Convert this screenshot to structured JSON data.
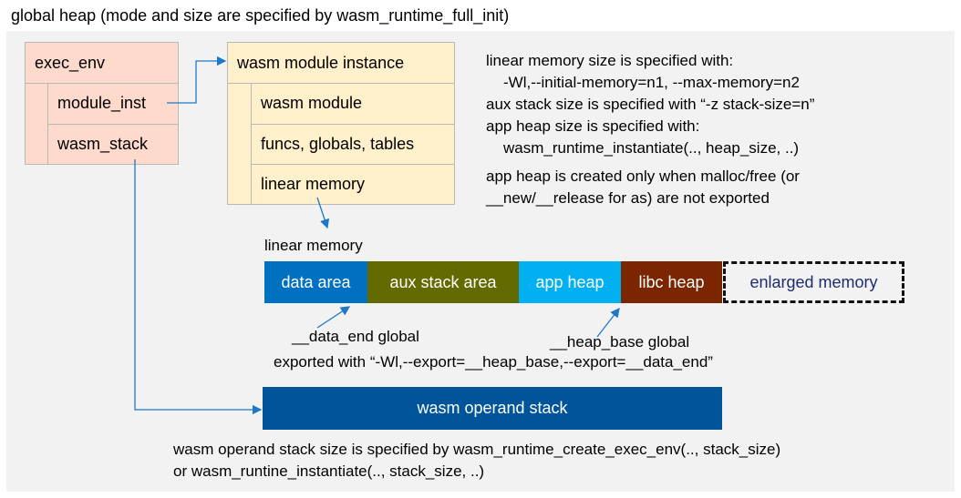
{
  "title": "global heap (mode and size are specified by wasm_runtime_full_init)",
  "exec_env": {
    "header": "exec_env",
    "rows": [
      "module_inst",
      "wasm_stack"
    ],
    "color": "#fddacb"
  },
  "module_instance": {
    "header": "wasm module instance",
    "rows": [
      "wasm module",
      "funcs, globals, tables",
      "linear memory"
    ],
    "color": "#fff0cc"
  },
  "notes": [
    "linear memory size is specified with:",
    "-Wl,--initial-memory=n1, --max-memory=n2",
    "aux stack size is specified with “-z stack-size=n”",
    "app heap size is specified with:",
    "wasm_runtime_instantiate(.., heap_size, ..)",
    "app heap is created only when malloc/free (or",
    "__new/__release for as) are not exported"
  ],
  "linear_memory": {
    "label": "linear memory",
    "segments": [
      {
        "label": "data area",
        "color": "#0070c0"
      },
      {
        "label": "aux stack area",
        "color": "#636b00"
      },
      {
        "label": "app heap",
        "color": "#00b0f0"
      },
      {
        "label": "libc heap",
        "color": "#7b2600"
      },
      {
        "label": "enlarged memory",
        "color": "#1f2d6e"
      }
    ]
  },
  "data_end_label": "__data_end global",
  "heap_base_label": "__heap_base global",
  "export_note": "exported with “-Wl,--export=__heap_base,--export=__data_end”",
  "operand_stack": {
    "label": "wasm operand stack",
    "color": "#00549a"
  },
  "bottom_notes": [
    "wasm operand stack size is specified by wasm_runtime_create_exec_env(.., stack_size)",
    "or wasm_runtine_instantiate(.., stack_size, ..)"
  ],
  "arrow_color": "#1f77c8"
}
